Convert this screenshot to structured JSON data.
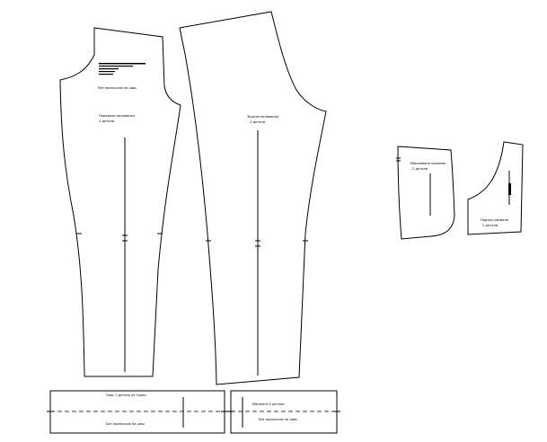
{
  "pieces": {
    "front": {
      "title_lines": [
        "Передняя половинка",
        "2 детали"
      ],
      "info_lines": [
        "",
        "",
        "",
        ""
      ],
      "seam_note": "Без припусков на швы"
    },
    "back": {
      "title_lines": [
        "Задняя половинка",
        "2 детали"
      ]
    },
    "pocket_facing": {
      "title_lines": [
        "Мешковина кармана",
        "2 детали"
      ]
    },
    "pocket_bag": {
      "title_lines": [
        "Подзор кармана",
        "2 детали"
      ]
    },
    "waistband_1": {
      "top_label": "Пояс 1 деталь из ткани",
      "bottom_label": "Без припусков на швы"
    },
    "waistband_2": {
      "top_label": "Манжета 2 детали",
      "bottom_label": "Без припусков на швы"
    }
  }
}
